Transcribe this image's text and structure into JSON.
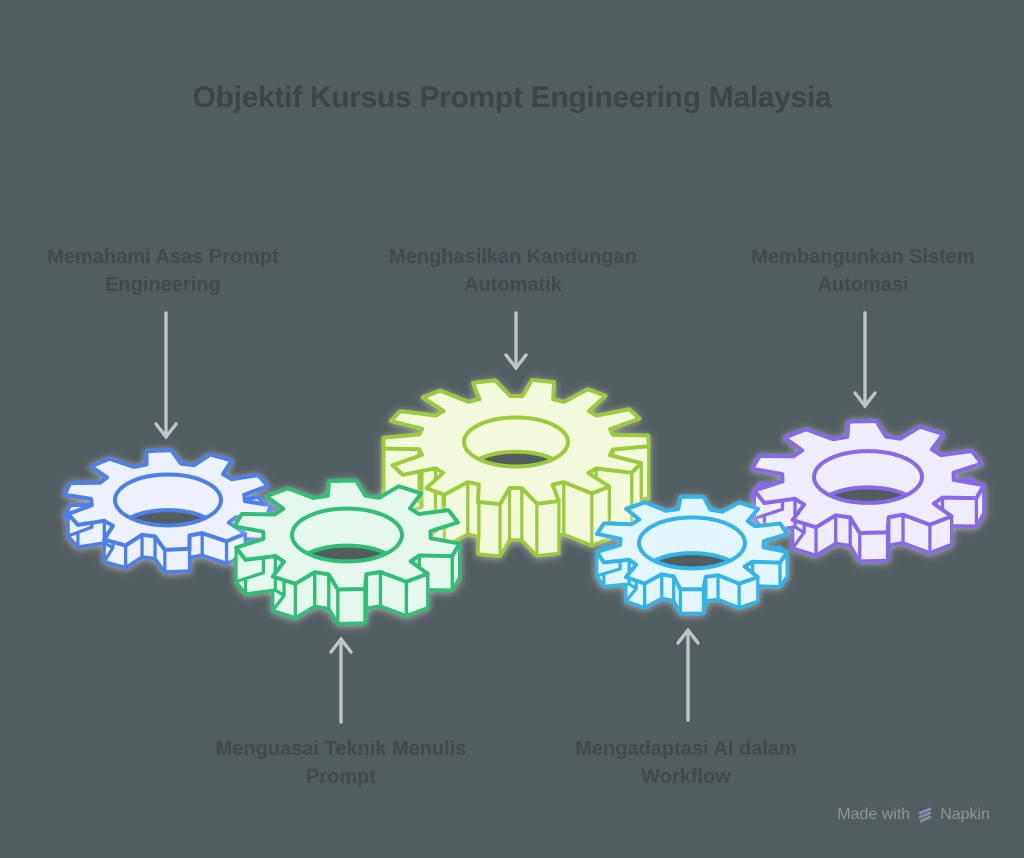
{
  "title": {
    "text": "Objektif Kursus Prompt Engineering Malaysia"
  },
  "canvas": {
    "background": "#525D5F",
    "title_color": "#3F4448",
    "label_color": "#45494C",
    "arrow_color": "#BFC4C5",
    "watermark_color": "#91989B"
  },
  "objectives": [
    {
      "id": "memahami-asas-prompt-engineering",
      "label": "Memahami Asas Prompt Engineering",
      "position": "top-left",
      "gear_stroke": "#4D7FEA",
      "gear_fill": "#EDF1FC"
    },
    {
      "id": "menguasai-teknik-menulis-prompt",
      "label": "Menguasai Teknik Menulis Prompt",
      "position": "bottom-left",
      "gear_stroke": "#2EBE74",
      "gear_fill": "#E6F8EE"
    },
    {
      "id": "menghasilkan-kandungan-automatik",
      "label": "Menghasilkan Kandungan Automatik",
      "position": "top-center",
      "gear_stroke": "#9CCA3E",
      "gear_fill": "#F3FADB"
    },
    {
      "id": "mengadaptasi-ai-dalam-workflow",
      "label": "Mengadaptasi AI dalam Workflow",
      "position": "bottom-right",
      "gear_stroke": "#33B4EA",
      "gear_fill": "#E4F6FD"
    },
    {
      "id": "membangunkan-sistem-automasi",
      "label": "Membangunkan Sistem Automasi",
      "position": "top-right",
      "gear_stroke": "#8669EB",
      "gear_fill": "#EFEDFB"
    }
  ],
  "watermark": {
    "prefix": "Made with",
    "brand": "Napkin"
  }
}
